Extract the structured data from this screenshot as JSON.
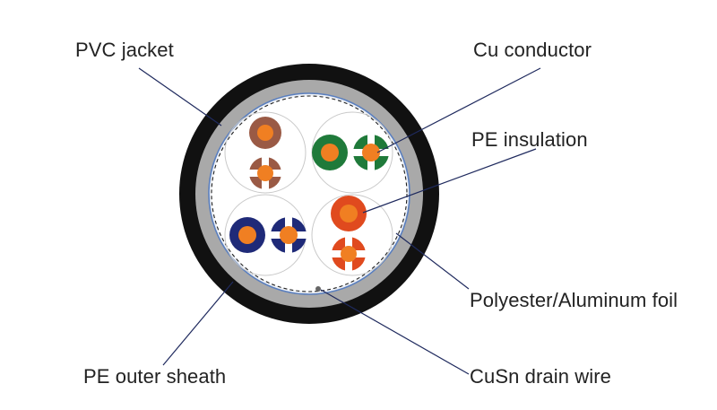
{
  "labels": {
    "pvc_jacket": "PVC jacket",
    "cu_conductor": "Cu conductor",
    "pe_insulation": "PE insulation",
    "foil": "Polyester/Aluminum foil",
    "pe_outer_sheath": "PE outer sheath",
    "drain_wire": "CuSn drain wire"
  },
  "colors": {
    "jacket": "#111111",
    "sheath": "#a8a8a8",
    "shield_line": "#5a7fbf",
    "leader_line": "#1f2a5e",
    "conductor": "#f07f22",
    "pair_brown": "#9a5a45",
    "pair_green": "#1f7a3a",
    "pair_blue": "#1f2a78",
    "pair_orange": "#e04a1e"
  }
}
